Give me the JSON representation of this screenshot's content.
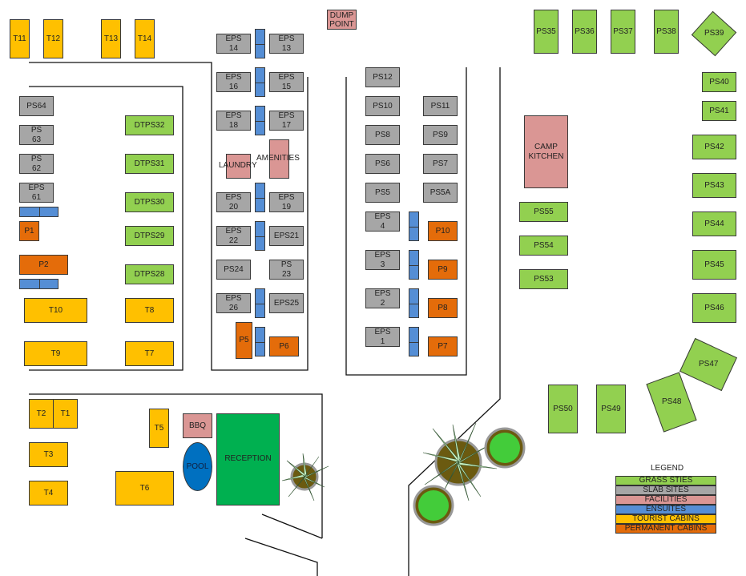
{
  "colors": {
    "grass": "#92d050",
    "slab": "#a6a6a6",
    "facilities": "#da9694",
    "ensuites": "#558ed5",
    "tourist": "#ffc000",
    "permanent": "#e46c0a",
    "reception": "#00b050",
    "pool": "#0070c0"
  },
  "tourist": {
    "t1": "T1",
    "t2": "T2",
    "t3": "T3",
    "t4": "T4",
    "t5": "T5",
    "t6": "T6",
    "t7": "T7",
    "t8": "T8",
    "t9": "T9",
    "t10": "T10",
    "t11": "T11",
    "t12": "T12",
    "t13": "T13",
    "t14": "T14"
  },
  "permanent": {
    "p1": "P1",
    "p2": "P2",
    "p5": "P5",
    "p6": "P6",
    "p7": "P7",
    "p8": "P8",
    "p9": "P9",
    "p10": "P10"
  },
  "slab": {
    "eps1": "EPS\n1",
    "eps2": "EPS\n2",
    "eps3": "EPS\n3",
    "eps4": "EPS\n4",
    "ps5": "PS5",
    "ps5a": "PS5A",
    "ps6": "PS6",
    "ps7": "PS7",
    "ps8": "PS8",
    "ps9": "PS9",
    "ps10": "PS10",
    "ps11": "PS11",
    "ps12": "PS12",
    "eps13": "EPS\n13",
    "eps14": "EPS\n14",
    "eps15": "EPS\n15",
    "eps16": "EPS\n16",
    "eps17": "EPS\n17",
    "eps18": "EPS\n18",
    "eps19": "EPS\n19",
    "eps20": "EPS\n20",
    "eps21": "EPS21",
    "eps22": "EPS\n22",
    "ps23": "PS\n23",
    "ps24": "PS24",
    "eps25": "EPS25",
    "eps26": "EPS\n26",
    "eps61": "EPS\n61",
    "ps62": "PS\n62",
    "ps63": "PS\n63",
    "ps64": "PS64"
  },
  "grass": {
    "dtps28": "DTPS28",
    "dtps29": "DTPS29",
    "dtps30": "DTPS30",
    "dtps31": "DTPS31",
    "dtps32": "DTPS32",
    "ps35": "PS35",
    "ps36": "PS36",
    "ps37": "PS37",
    "ps38": "PS38",
    "ps39": "PS39",
    "ps40": "PS40",
    "ps41": "PS41",
    "ps42": "PS42",
    "ps43": "PS43",
    "ps44": "PS44",
    "ps45": "PS45",
    "ps46": "PS46",
    "ps47": "PS47",
    "ps48": "PS48",
    "ps49": "PS49",
    "ps50": "PS50",
    "ps53": "PS53",
    "ps54": "PS54",
    "ps55": "PS55"
  },
  "facilities": {
    "dump_point": "DUMP\nPOINT",
    "laundry": "LAUNDRY",
    "amenities": "AMENITIES",
    "camp_kitchen": "CAMP\nKITCHEN",
    "bbq": "BBQ",
    "pool": "POOL",
    "reception": "RECEPTION"
  },
  "legend": {
    "title": "LEGEND",
    "items": [
      "GRASS STIES",
      "SLAB SITES",
      "FACILITIES",
      "ENSUITES",
      "TOURIST CABINS",
      "PERMANENT CABINS"
    ]
  }
}
